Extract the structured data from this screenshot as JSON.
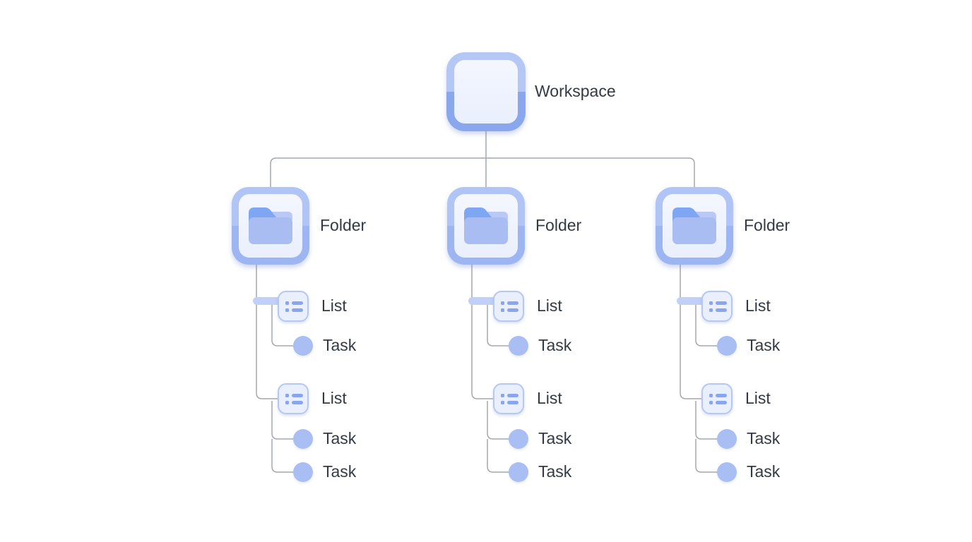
{
  "diagram": {
    "root": {
      "label": "Workspace"
    },
    "folders": [
      {
        "label": "Folder",
        "lists": [
          {
            "label": "List",
            "tasks": [
              {
                "label": "Task"
              }
            ]
          },
          {
            "label": "List",
            "tasks": [
              {
                "label": "Task"
              },
              {
                "label": "Task"
              }
            ]
          }
        ]
      },
      {
        "label": "Folder",
        "lists": [
          {
            "label": "List",
            "tasks": [
              {
                "label": "Task"
              }
            ]
          },
          {
            "label": "List",
            "tasks": [
              {
                "label": "Task"
              },
              {
                "label": "Task"
              }
            ]
          }
        ]
      },
      {
        "label": "Folder",
        "lists": [
          {
            "label": "List",
            "tasks": [
              {
                "label": "Task"
              }
            ]
          },
          {
            "label": "List",
            "tasks": [
              {
                "label": "Task"
              },
              {
                "label": "Task"
              }
            ]
          }
        ]
      }
    ],
    "colors": {
      "node_border_top": "#b5c8f5",
      "node_border_bottom": "#8aa6ec",
      "node_fill": "#eef2fd",
      "folder_glyph_tab": "#7ea6f2",
      "folder_glyph_body": "#a9bdf3",
      "list_glyph": "#89a5ee",
      "task_fill": "#a9bef2",
      "connector": "#a3a8ae",
      "connector_highlight": "#c0d0f7",
      "text": "#333a44"
    }
  }
}
